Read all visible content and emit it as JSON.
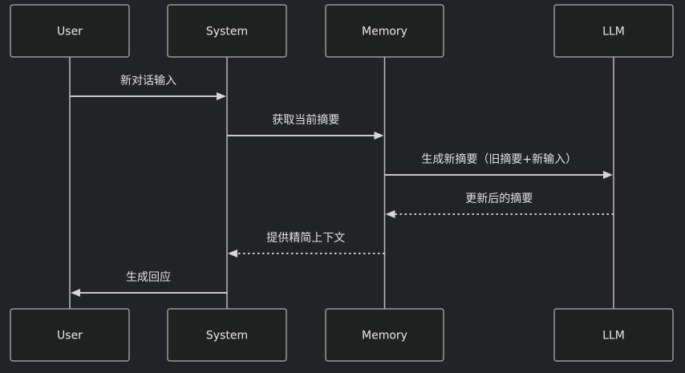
{
  "diagram": {
    "type": "sequence",
    "participants": [
      {
        "id": "user",
        "label": "User"
      },
      {
        "id": "system",
        "label": "System"
      },
      {
        "id": "memory",
        "label": "Memory"
      },
      {
        "id": "llm",
        "label": "LLM"
      }
    ],
    "messages": [
      {
        "from": "user",
        "to": "system",
        "label": "新对话输入",
        "style": "solid"
      },
      {
        "from": "system",
        "to": "memory",
        "label": "获取当前摘要",
        "style": "solid"
      },
      {
        "from": "memory",
        "to": "llm",
        "label": "生成新摘要（旧摘要+新输入）",
        "style": "solid"
      },
      {
        "from": "llm",
        "to": "memory",
        "label": "更新后的摘要",
        "style": "dashed"
      },
      {
        "from": "memory",
        "to": "system",
        "label": "提供精简上下文",
        "style": "dashed"
      },
      {
        "from": "system",
        "to": "user",
        "label": "生成回应",
        "style": "solid"
      }
    ],
    "colors": {
      "background": "#222326",
      "box_fill": "#1f2020",
      "box_stroke": "#9a9a9a",
      "line": "#c8c8c8",
      "text": "#e8e8e8"
    }
  }
}
